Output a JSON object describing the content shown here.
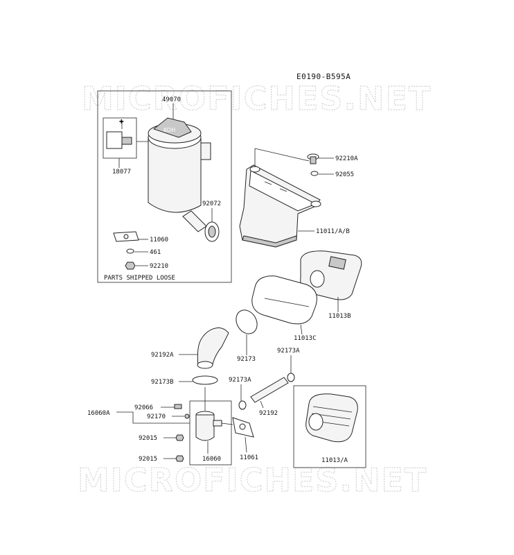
{
  "diagram_code": "E0190-B595A",
  "watermark": "MICROFICHES.NET",
  "note": "PARTS SHIPPED LOOSE",
  "parts": {
    "p49070": "49070",
    "p18077": "18077",
    "p92072": "92072",
    "p11060": "11060",
    "p461": "461",
    "p92210": "92210",
    "p92210A": "92210A",
    "p92055": "92055",
    "p11011": "11011/A/B",
    "p11013B": "11013B",
    "p11013C": "11013C",
    "p92192A": "92192A",
    "p92173a": "92173",
    "p92173A_top": "92173A",
    "p92173B": "92173B",
    "p92173A_mid": "92173A",
    "p92192": "92192",
    "p16060A": "16060A",
    "p92066": "92066",
    "p92170": "92170",
    "p92015a": "92015",
    "p92015b": "92015",
    "p16060": "16060",
    "p11061": "11061",
    "p11013A": "11013/A"
  },
  "icons": [
    "kohler-logo-icon",
    "bolt-icon",
    "hose-clamp-icon",
    "gasket-icon",
    "washer-icon",
    "nut-icon"
  ]
}
